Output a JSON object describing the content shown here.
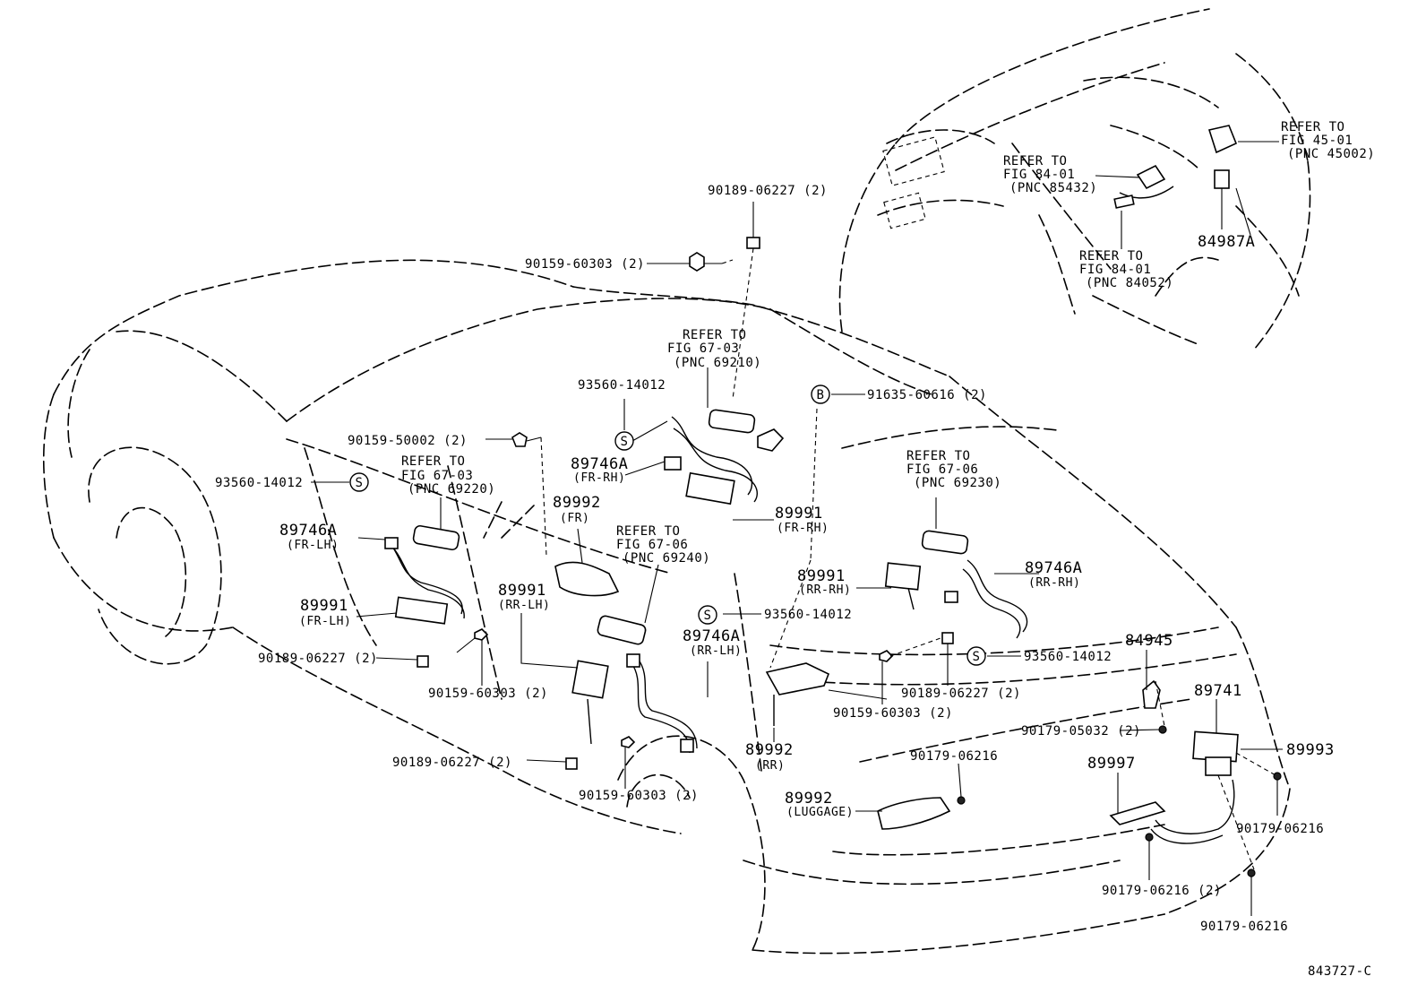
{
  "diagram_id": "843727-C",
  "labels": {
    "p90189_top": "90189-06227 (2)",
    "p90159_top": "90159-60303 (2)",
    "refer_fr_rh_1": "REFER TO",
    "refer_fr_rh_2": "FIG 67-03",
    "refer_fr_rh_3": "(PNC 69210)",
    "p93560_a": "93560-14012",
    "p89746a_frrh": "89746A",
    "p89746a_frrh_sub": "(FR-RH)",
    "p89992_fr": "89992",
    "p89992_fr_sub": "(FR)",
    "p90159_50002": "90159-50002 (2)",
    "p93560_b": "93560-14012",
    "refer_fr_lh_1": "REFER TO",
    "refer_fr_lh_2": "FIG 67-03",
    "refer_fr_lh_3": "(PNC 69220)",
    "p89746a_frlh": "89746A",
    "p89746a_frlh_sub": "(FR-LH)",
    "p89991_frlh": "89991",
    "p89991_frlh_sub": "(FR-LH)",
    "p90189_left": "90189-06227 (2)",
    "p90159_left": "90159-60303 (2)",
    "p89991_frrh": "89991",
    "p89991_frrh_sub": "(FR-RH)",
    "refer_rr_lh_1": "REFER TO",
    "refer_rr_lh_2": "FIG 67-06",
    "refer_rr_lh_3": "(PNC 69240)",
    "p89991_rrlh": "89991",
    "p89991_rrlh_sub": "(RR-LH)",
    "p93560_c": "93560-14012",
    "p89746a_rrlh": "89746A",
    "p89746a_rrlh_sub": "(RR-LH)",
    "p90189_bottom": "90189-06227 (2)",
    "p90159_bottom": "90159-60303 (2)",
    "p91635": "91635-60616 (2)",
    "refer_rr_rh_1": "REFER TO",
    "refer_rr_rh_2": "FIG 67-06",
    "refer_rr_rh_3": "(PNC 69230)",
    "p89991_rrrh": "89991",
    "p89991_rrrh_sub": "(RR-RH)",
    "p89746a_rrrh": "89746A",
    "p89746a_rrrh_sub": "(RR-RH)",
    "p93560_d": "93560-14012",
    "p90159_mid": "90159-60303 (2)",
    "p90189_mid": "90189-06227 (2)",
    "p89992_rr": "89992",
    "p89992_rr_sub": "(RR)",
    "p84945": "84945",
    "p89741": "89741",
    "p90179_05032": "90179-05032 (2)",
    "p89993": "89993",
    "p90179_06216_a": "90179-06216",
    "p89997": "89997",
    "p89992_lug": "89992",
    "p89992_lug_sub": "(LUGGAGE)",
    "p90179_06216_b": "90179-06216",
    "p90179_06216_c": "90179-06216 (2)",
    "p90179_06216_d": "90179-06216",
    "refer_85432_1": "REFER TO",
    "refer_85432_2": "FIG 84-01",
    "refer_85432_3": "(PNC 85432)",
    "refer_84052_1": "REFER TO",
    "refer_84052_2": "FIG 84-01",
    "refer_84052_3": "(PNC 84052)",
    "refer_45002_1": "REFER TO",
    "refer_45002_2": "FIG 45-01",
    "refer_45002_3": "(PNC 45002)",
    "p84987a": "84987A",
    "circle_s": "S",
    "circle_b": "B"
  }
}
